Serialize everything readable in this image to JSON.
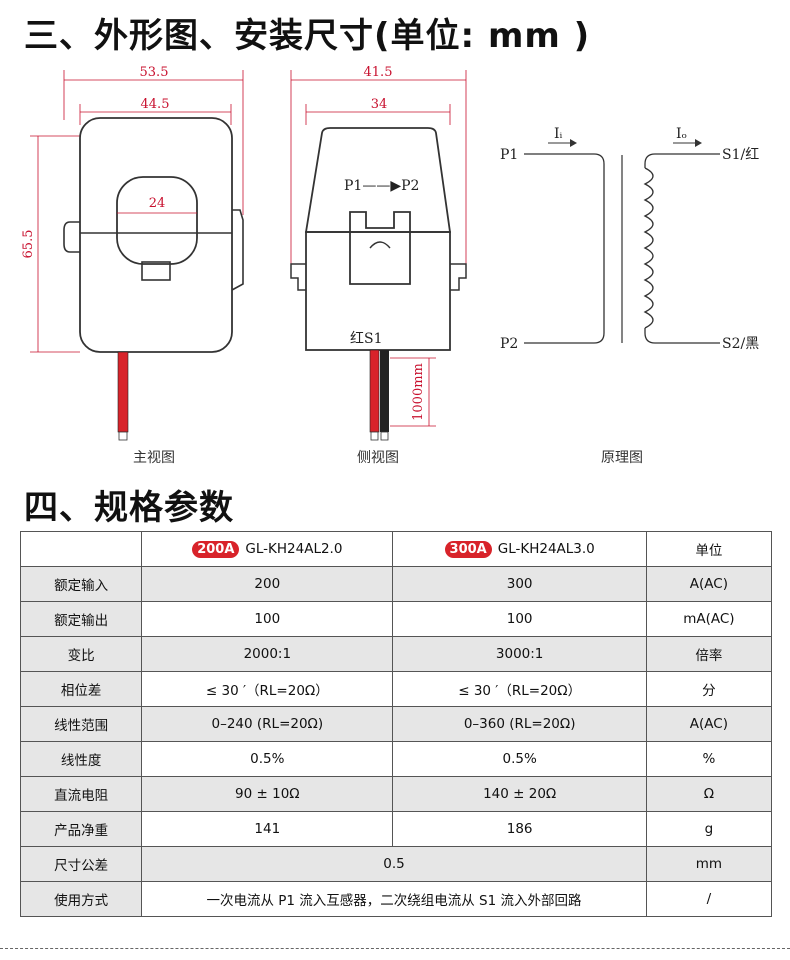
{
  "section3_title": "三、外形图、安装尺寸(单位: mm )",
  "section4_title": "四、规格参数",
  "front": {
    "w_outer": "53.5",
    "w_inner": "44.5",
    "height": "65.5",
    "hole": "24",
    "caption": "主视图"
  },
  "side": {
    "w_outer": "41.5",
    "w_inner": "34",
    "dir": "P1——▶P2",
    "p1": "P1",
    "p2": "P2",
    "wire_label": "红S1",
    "wire_len": "1000mm",
    "caption": "侧视图"
  },
  "principle": {
    "p1": "P1",
    "p2": "P2",
    "s1": "S1/红",
    "s2": "S2/黑",
    "ii": "Iᵢ",
    "io": "Iₒ",
    "caption": "原理图"
  },
  "table": {
    "header": {
      "m1_badge": "200A",
      "m1_name": "GL-KH24AL2.0",
      "m2_badge": "300A",
      "m2_name": "GL-KH24AL3.0",
      "unit": "单位"
    },
    "rows": [
      {
        "name": "额定输入",
        "a": "200",
        "b": "300",
        "u": "A(AC)"
      },
      {
        "name": "额定输出",
        "a": "100",
        "b": "100",
        "u": "mA(AC)"
      },
      {
        "name": "变比",
        "a": "2000:1",
        "b": "3000:1",
        "u": "倍率"
      },
      {
        "name": "相位差",
        "a": "≤ 30 ′（RL=20Ω）",
        "b": "≤ 30 ′（RL=20Ω）",
        "u": "分"
      },
      {
        "name": "线性范围",
        "a": "0–240 (RL=20Ω)",
        "b": "0–360 (RL=20Ω)",
        "u": "A(AC)"
      },
      {
        "name": "线性度",
        "a": "0.5%",
        "b": "0.5%",
        "u": "%"
      },
      {
        "name": "直流电阻",
        "a": "90 ± 10Ω",
        "b": "140 ± 20Ω",
        "u": "Ω"
      },
      {
        "name": "产品净重",
        "a": "141",
        "b": "186",
        "u": "g"
      }
    ],
    "tolerance": {
      "name": "尺寸公差",
      "v": "0.5",
      "u": "mm"
    },
    "usage": {
      "name": "使用方式",
      "v": "一次电流从 P1 流入互感器，二次绕组电流从 S1 流入外部回路",
      "u": "/"
    }
  }
}
